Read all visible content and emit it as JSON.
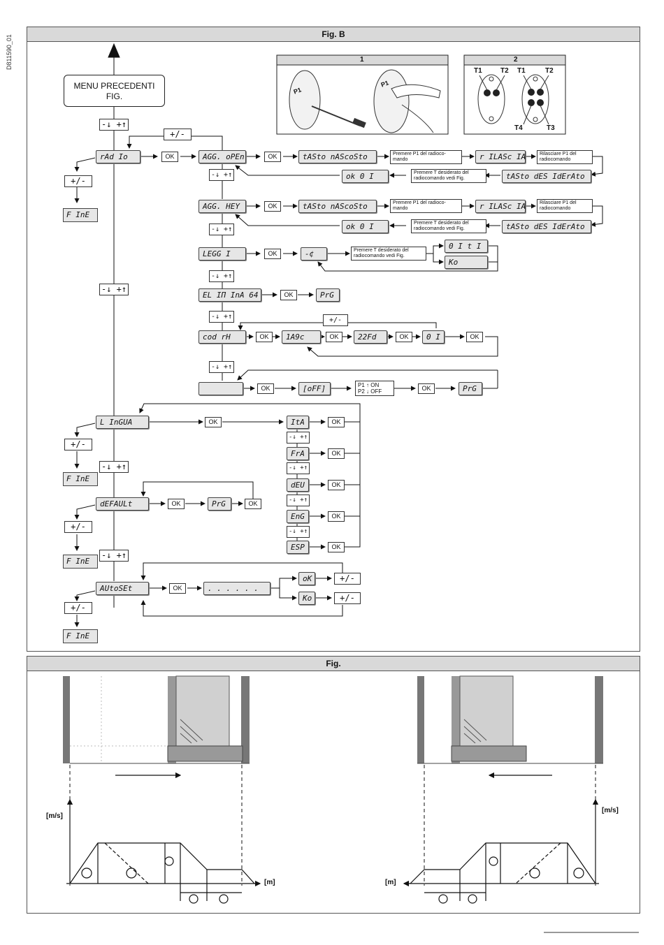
{
  "doc_code": "D811590_01",
  "fig_b_title": "Fig. B",
  "fig_title": "Fig.",
  "menu_prev": {
    "line1": "MENU PRECEDENTI",
    "line2": "FIG."
  },
  "nav_keys": "-↓ +↑",
  "plus_minus": "+/-",
  "ok": "OK",
  "fine": "F InE",
  "inset1_label": "1",
  "inset1_button": "P1",
  "inset2_label": "2",
  "inset2_t1a": "T1",
  "inset2_t2a": "T2",
  "inset2_t1b": "T1",
  "inset2_t2b": "T2",
  "inset2_t4": "T4",
  "inset2_t3": "T3",
  "lcd": {
    "radio": "rAd Io",
    "agg_open": "AGG. oPEn",
    "tasto_nascosto": "tASto nAScoSto",
    "rilascia": "r ILASc IA",
    "tasto_desiderato": "tASto dES IdErAto",
    "ok01": "ok  0 I",
    "agg_key": "AGG. HEY",
    "leggi": "LEGG I",
    "wait": "-¢",
    "oiti": "0 I t I",
    "ko": "Ko",
    "elimina": "EL IΠ InA 64",
    "prg": "PrG",
    "cod_rx": "cod rH",
    "c1a9c": "1A9c",
    "c22fd": "22Fd",
    "c01": "0 I",
    "off": "[oFF]",
    "lingua": "L InGUA",
    "ita": "ItA",
    "fra": "FrA",
    "deu": "dEU",
    "eng": "EnG",
    "esp": "ESP",
    "default": "dEFAULt",
    "autoset": "AUtoSEt",
    "dots": ". . .        . . .",
    "ok_lc": "oK",
    "ko_lc": "Ko"
  },
  "desc": {
    "premere_p1": "Premere P1 del radioco- mando",
    "rilasciare_p1": "Rilasciare P1 del radiocomando",
    "premere_t": "Premere T desiderato del radiocomando vedi Fig.",
    "premere_t2": "Premere T desiderato del radiocomando vedi Fig."
  },
  "p1p2": {
    "p1": "P1 ↑ ON",
    "p2": "P2 ↓ OFF"
  },
  "speed_unit": "[m/s]",
  "distance_unit": "[m]"
}
